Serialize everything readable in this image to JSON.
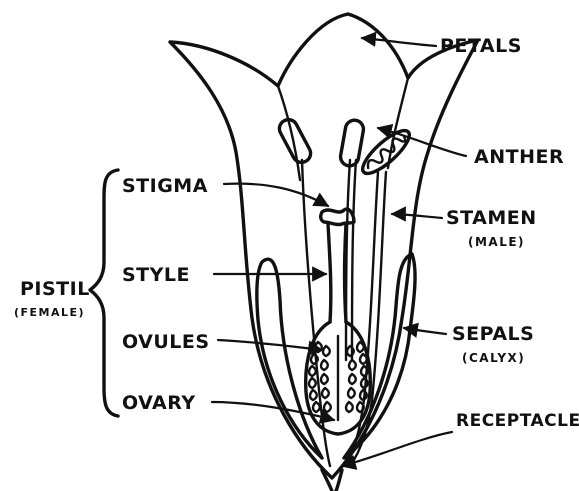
{
  "labels": {
    "petals": "PETALS",
    "anther": "ANTHER",
    "stamen": "STAMEN",
    "stamen_sub": "(MALE)",
    "sepals": "SEPALS",
    "sepals_sub": "(CALYX)",
    "receptacle": "RECEPTACLE",
    "stigma": "STIGMA",
    "style": "STYLE",
    "ovules": "OVULES",
    "ovary": "OVARY",
    "pistil": "PISTIL",
    "pistil_sub": "(FEMALE)"
  }
}
